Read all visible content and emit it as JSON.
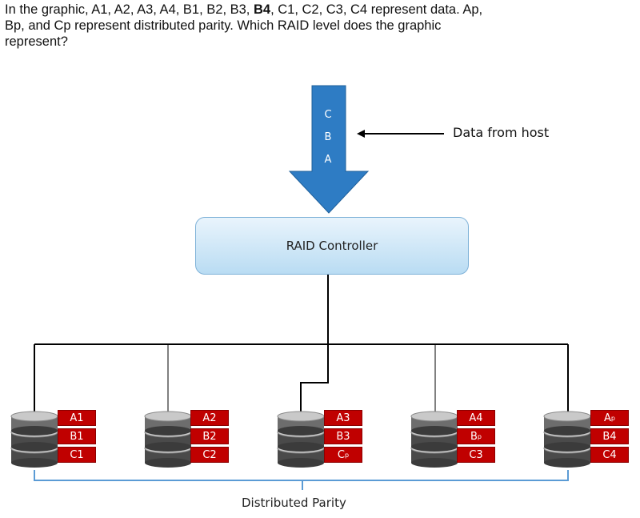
{
  "question": {
    "line1": "In the graphic, A1, A2, A3, A4, B1, B2, B3, ",
    "bold": "B4",
    "line1b": ", C1, C2, C3, C4 represent data. Ap,",
    "line2": "Bp, and Cp represent distributed parity. Which RAID level does the graphic",
    "line3": "represent?"
  },
  "arrow": {
    "letters": [
      "C",
      "B",
      "A"
    ]
  },
  "data_from_host": "Data from host",
  "controller": "RAID Controller",
  "distributed_parity": "Distributed Parity",
  "disks": [
    {
      "blocks": [
        {
          "t": "A1",
          "s": ""
        },
        {
          "t": "B1",
          "s": ""
        },
        {
          "t": "C1",
          "s": ""
        }
      ]
    },
    {
      "blocks": [
        {
          "t": "A2",
          "s": ""
        },
        {
          "t": "B2",
          "s": ""
        },
        {
          "t": "C2",
          "s": ""
        }
      ]
    },
    {
      "blocks": [
        {
          "t": "A3",
          "s": ""
        },
        {
          "t": "B3",
          "s": ""
        },
        {
          "t": "C",
          "s": "p"
        }
      ]
    },
    {
      "blocks": [
        {
          "t": "A4",
          "s": ""
        },
        {
          "t": "B",
          "s": "p"
        },
        {
          "t": "C3",
          "s": ""
        }
      ]
    },
    {
      "blocks": [
        {
          "t": "A",
          "s": "p"
        },
        {
          "t": "B4",
          "s": ""
        },
        {
          "t": "C4",
          "s": ""
        }
      ]
    }
  ],
  "colors": {
    "arrow": "#2e7cc4",
    "block": "#c00000",
    "controller_border": "#7fb2d8",
    "bracket": "#5b9bd5"
  }
}
